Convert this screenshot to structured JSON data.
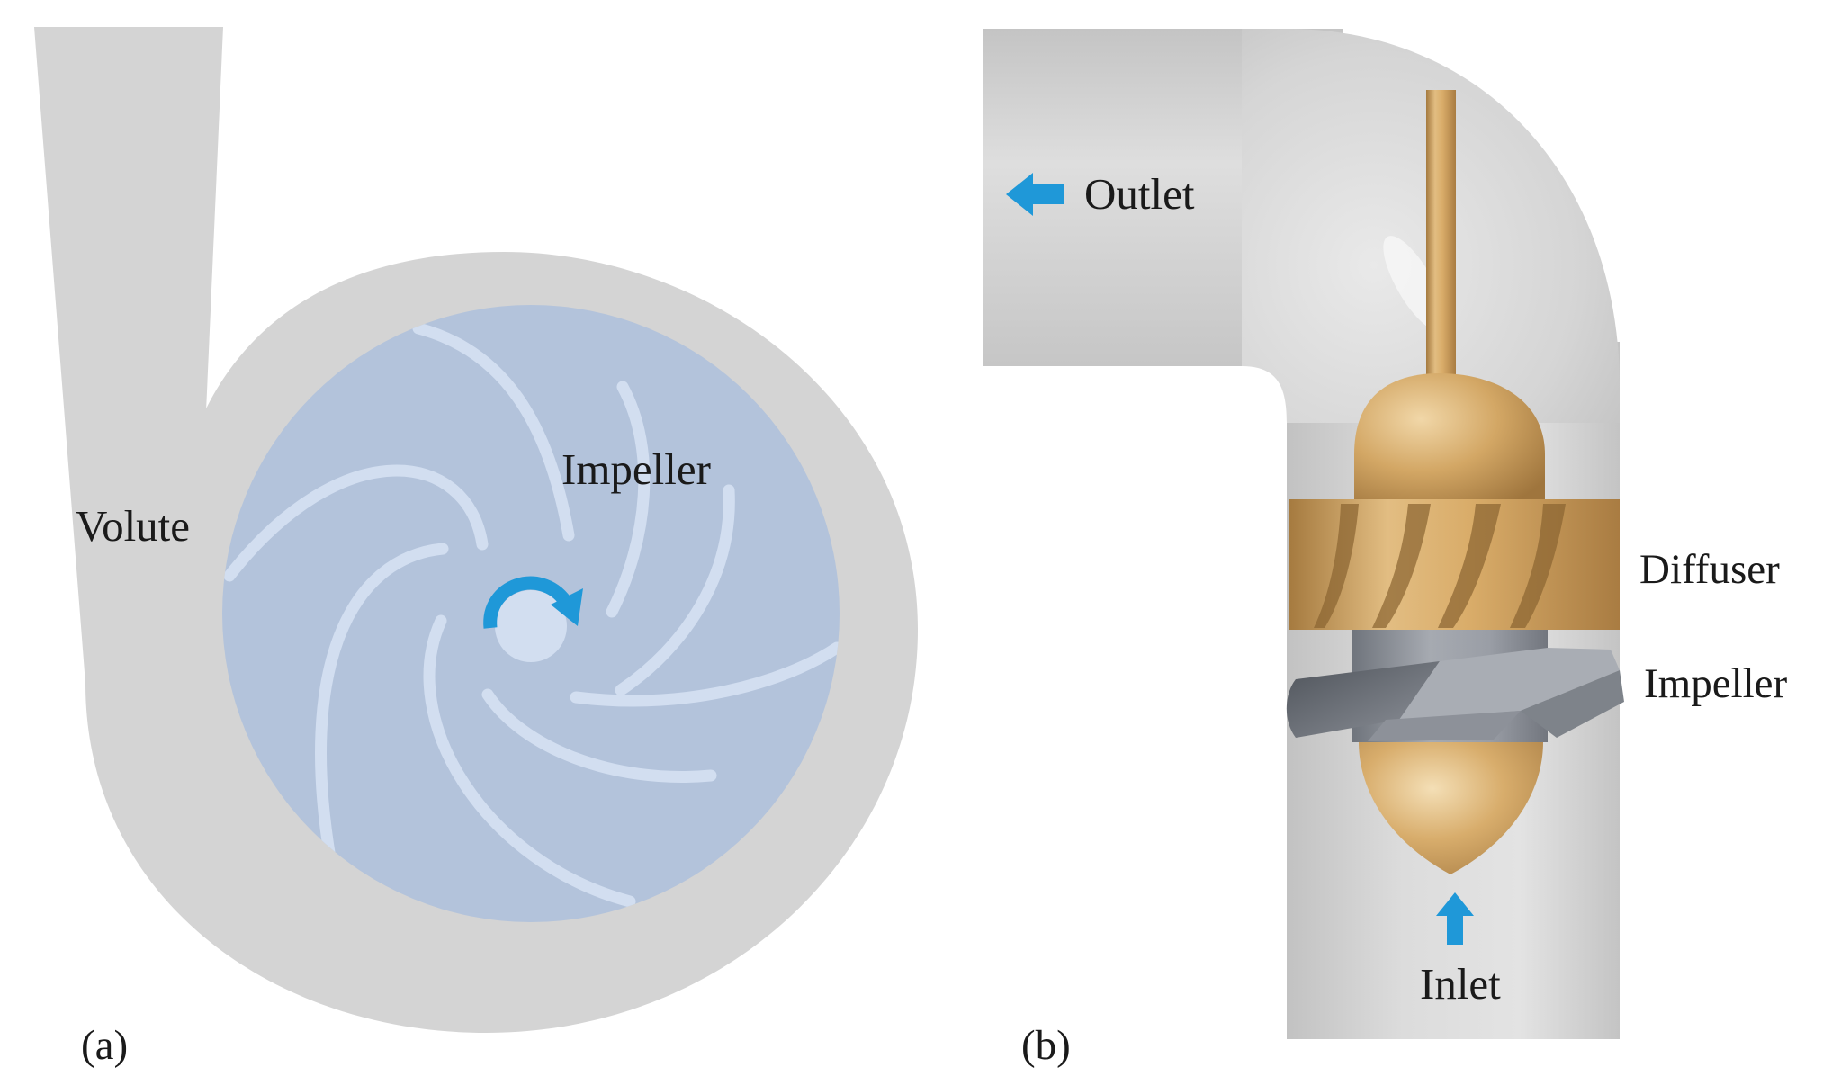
{
  "panel_a": {
    "tag": "(a)",
    "labels": {
      "volute": "Volute",
      "impeller": "Impeller"
    },
    "icons": [
      "rotation-arrow-icon"
    ]
  },
  "panel_b": {
    "tag": "(b)",
    "labels": {
      "outlet": "Outlet",
      "diffuser": "Diffuser",
      "impeller": "Impeller",
      "inlet": "Inlet"
    },
    "icons": [
      "outlet-arrow-icon",
      "inlet-arrow-icon"
    ]
  },
  "colors": {
    "casing": "#d4d4d4",
    "impeller_disk": "#b3c3db",
    "blade": "#d2def0",
    "arrow": "#1f98d8",
    "bronze": "#c9a064",
    "steel": "#8b9098",
    "pipe": "#d6d6d6"
  }
}
